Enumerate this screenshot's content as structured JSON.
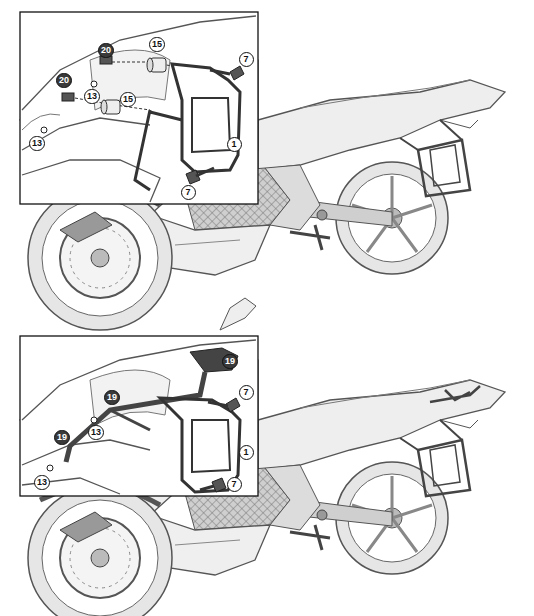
{
  "diagram": {
    "labels": [
      "20",
      "15",
      "7",
      "13",
      "15",
      "20",
      "13",
      "7",
      "1",
      "19",
      "19",
      "13",
      "7",
      "19",
      "13",
      "1",
      "7"
    ]
  }
}
